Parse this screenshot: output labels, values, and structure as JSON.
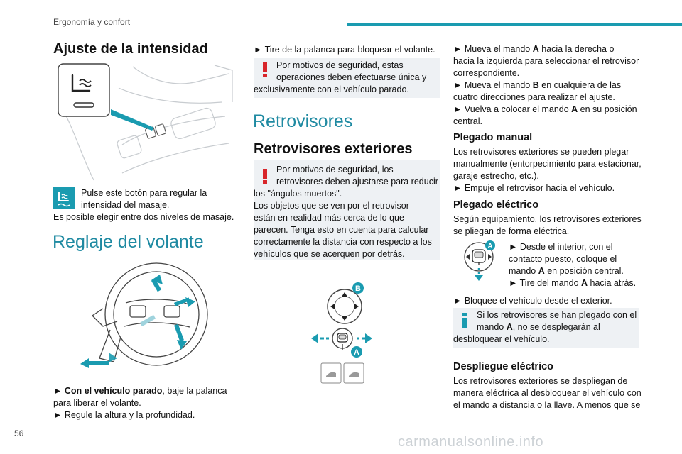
{
  "header": {
    "section": "Ergonomía y confort",
    "accent": "#1a9bb0"
  },
  "page_number": "56",
  "watermark": "carmanualsonline.info",
  "col1": {
    "title": "Ajuste de la intensidad",
    "massage_text_1": "Pulse este botón para regular la",
    "massage_text_2": "intensidad del masaje.",
    "massage_text_3": "Es posible elegir entre dos niveles de masaje.",
    "steering_title": "Reglaje del volante",
    "step1_arrow": "►",
    "step1_bold": "Con el vehículo parado",
    "step1_rest": ", baje la palanca",
    "step1_line2": "para liberar el volante.",
    "step2": "► Regule la altura y la profundidad."
  },
  "col2": {
    "lock_step": "► Tire de la palanca para bloquear el volante.",
    "warn1_l1": "Por motivos de seguridad, estas",
    "warn1_l2": "operaciones deben efectuarse única y",
    "warn1_l3": "exclusivamente con el vehículo parado.",
    "mirrors_title": "Retrovisores",
    "ext_title": "Retrovisores exteriores",
    "warn2_l1": "Por motivos de seguridad, los",
    "warn2_l2": "retrovisores deben ajustarse para reducir",
    "warn2_l3": "los \"ángulos muertos\".",
    "warn2_l4": "Los objetos que se ven por el retrovisor",
    "warn2_l5": "están en realidad más cerca de lo que",
    "warn2_l6": "parecen. Tenga esto en cuenta para calcular",
    "warn2_l7": "correctamente la distancia con respecto a los",
    "warn2_l8": "vehículos que se acerquen por detrás.",
    "label_b": "B",
    "label_a": "A"
  },
  "col3": {
    "s1_pre": "► Mueva el mando ",
    "s1_a": "A",
    "s1_post": " hacia la derecha o",
    "s1_l2": "hacia la izquierda para seleccionar el retrovisor",
    "s1_l3": "correspondiente.",
    "s2_pre": "► Mueva el mando ",
    "s2_b": "B",
    "s2_post": " en cualquiera de las",
    "s2_l2": "cuatro direcciones para realizar el ajuste.",
    "s3_pre": "► Vuelva a colocar el mando ",
    "s3_a": "A",
    "s3_post": " en su posición",
    "s3_l2": "central.",
    "manual_title": "Plegado manual",
    "manual_l1": "Los retrovisores exteriores se pueden plegar",
    "manual_l2": "manualmente (entorpecimiento para estacionar,",
    "manual_l3": "garaje estrecho, etc.).",
    "manual_l4": "► Empuje el retrovisor hacia el vehículo.",
    "elec_title": "Plegado eléctrico",
    "elec_l1": "Según equipamiento, los retrovisores exteriores",
    "elec_l2": "se pliegan de forma eléctrica.",
    "fold1": "► Desde el interior, con el",
    "fold2": "contacto puesto, coloque el",
    "fold3_pre": "mando ",
    "fold3_a": "A",
    "fold3_post": " en posición central.",
    "fold4_pre": "► Tire del mando ",
    "fold4_a": "A",
    "fold4_post": " hacia atrás.",
    "lock_ext": "► Bloquee el vehículo desde el exterior.",
    "info_l1": "Si los retrovisores se han plegado con el",
    "info_l2_pre": "mando ",
    "info_l2_a": "A",
    "info_l2_post": ", no se desplegarán al",
    "info_l3": "desbloquear el vehículo.",
    "unfold_title": "Despliegue eléctrico",
    "unfold_l1": "Los retrovisores exteriores se despliegan de",
    "unfold_l2": "manera eléctrica al desbloquear el vehículo con",
    "unfold_l3": "el mando a distancia o la llave. A menos que se",
    "label_a": "A"
  }
}
